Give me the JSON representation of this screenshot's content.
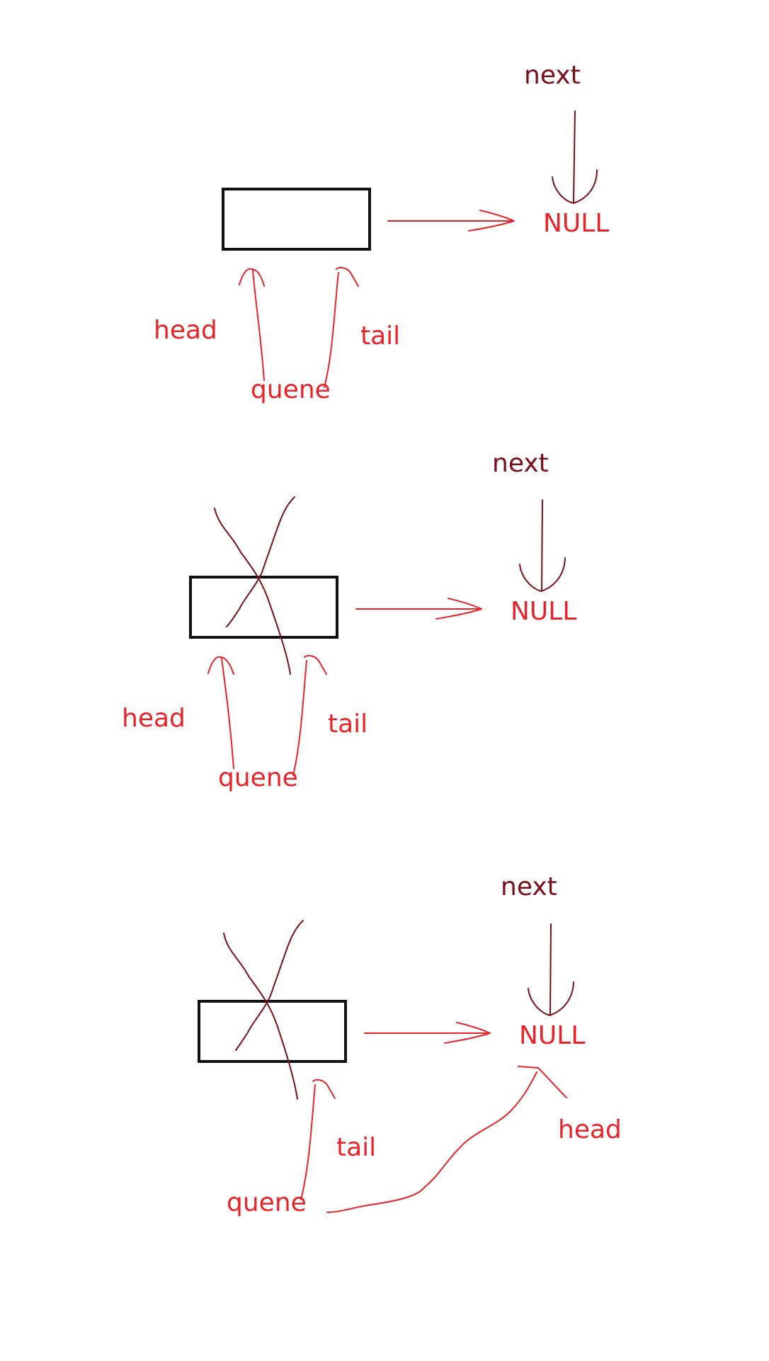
{
  "panels": [
    {
      "next_label": "next",
      "null_label": "NULL",
      "head_label": "head",
      "tail_label": "tail",
      "queue_label": "quene"
    },
    {
      "next_label": "next",
      "null_label": "NULL",
      "head_label": "head",
      "tail_label": "tail",
      "queue_label": "quene"
    },
    {
      "next_label": "next",
      "null_label": "NULL",
      "head_label": "head",
      "tail_label": "tail",
      "queue_label": "quene"
    }
  ],
  "colors": {
    "label_red": "#e8232a",
    "label_dark": "#7a0f1a",
    "box_stroke": "#111111"
  }
}
